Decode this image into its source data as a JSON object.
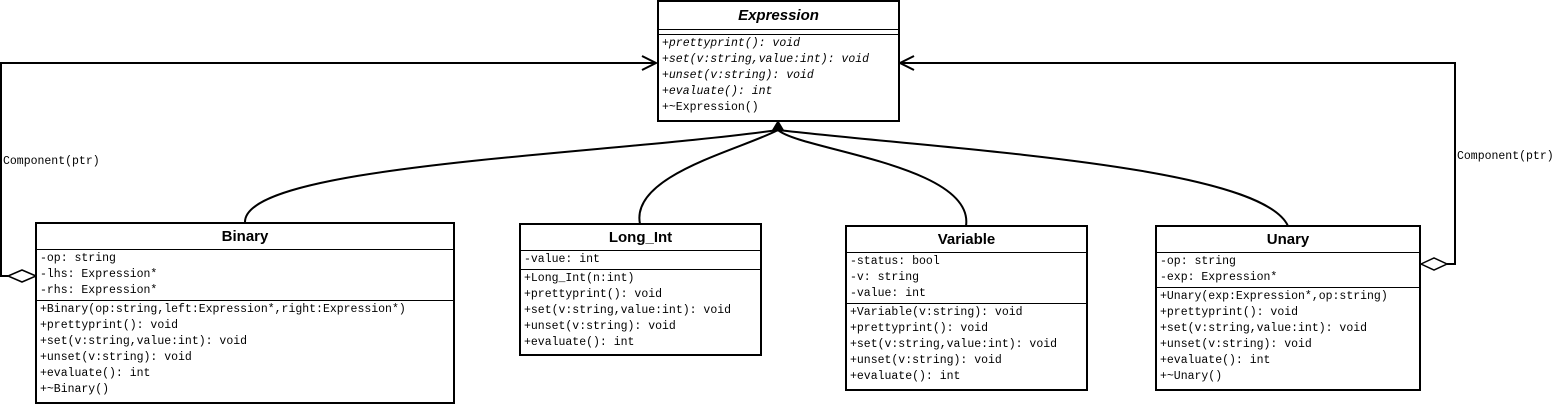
{
  "classes": {
    "expression": {
      "name": "Expression",
      "attributes": [],
      "methods": [
        "+prettyprint(): void",
        "+set(v:string,value:int): void",
        "+unset(v:string): void",
        "+evaluate(): int",
        "+~Expression()"
      ]
    },
    "binary": {
      "name": "Binary",
      "attributes": [
        "-op: string",
        "-lhs: Expression*",
        "-rhs: Expression*"
      ],
      "methods": [
        "+Binary(op:string,left:Expression*,right:Expression*)",
        "+prettyprint(): void",
        "+set(v:string,value:int): void",
        "+unset(v:string): void",
        "+evaluate(): int",
        "+~Binary()"
      ]
    },
    "long_int": {
      "name": "Long_Int",
      "attributes": [
        "-value: int"
      ],
      "methods": [
        "+Long_Int(n:int)",
        "+prettyprint(): void",
        "+set(v:string,value:int): void",
        "+unset(v:string): void",
        "+evaluate(): int"
      ]
    },
    "variable": {
      "name": "Variable",
      "attributes": [
        "-status: bool",
        "-v: string",
        "-value: int"
      ],
      "methods": [
        "+Variable(v:string): void",
        "+prettyprint(): void",
        "+set(v:string,value:int): void",
        "+unset(v:string): void",
        "+evaluate(): int"
      ]
    },
    "unary": {
      "name": "Unary",
      "attributes": [
        "-op: string",
        "-exp: Expression*"
      ],
      "methods": [
        "+Unary(exp:Expression*,op:string)",
        "+prettyprint(): void",
        "+set(v:string,value:int): void",
        "+unset(v:string): void",
        "+evaluate(): int",
        "+~Unary()"
      ]
    }
  },
  "associations": {
    "left_label": "Component(ptr)",
    "right_label": "Component(ptr)"
  }
}
